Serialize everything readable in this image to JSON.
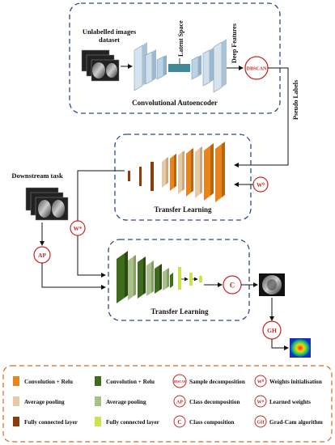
{
  "top": {
    "dataset_label_1": "Unlabelled images",
    "dataset_label_2": "dataset",
    "latent_space": "Latent Space",
    "deep_features": "Deep Features",
    "dbscan": "DBSCAN",
    "autoencoder_title": "Convolutional Autoencoder",
    "pseudo_labels": "Pseudo Labels"
  },
  "middle": {
    "downstream": "Downstream task",
    "w0": "W⁰",
    "ws": "W*",
    "title": "Transfer Learning"
  },
  "bottom": {
    "ap": "AP",
    "c": "C",
    "gh": "GH",
    "title": "Transfer Learning"
  },
  "legend": {
    "col1": [
      "Convolution + Relu",
      "Average pooling",
      "Fully connected layer"
    ],
    "col2": [
      "Convolution + Relu",
      "Average pooling",
      "Fully connected layer"
    ],
    "col3": [
      "Sample decomposition",
      "Class decomposition",
      "Class composition"
    ],
    "col3_symbols": [
      "DBSCAN",
      "AP",
      "C"
    ],
    "col4": [
      "Weights initialisation",
      "Learned weights",
      "Grad-Cam  algorithm"
    ],
    "col4_symbols": [
      "W⁰",
      "W*",
      "GH"
    ]
  },
  "colors": {
    "orange": "#e8841e",
    "tan": "#e6c9a6",
    "brown": "#8b3c0c",
    "dark_green": "#3e6b1d",
    "light_green": "#a8c08a",
    "lime": "#cde34a",
    "ae_blue": "#bcd3e6",
    "ae_teal": "#3f8a96",
    "border_blue": "#2c4a8c",
    "red": "#c62828"
  }
}
